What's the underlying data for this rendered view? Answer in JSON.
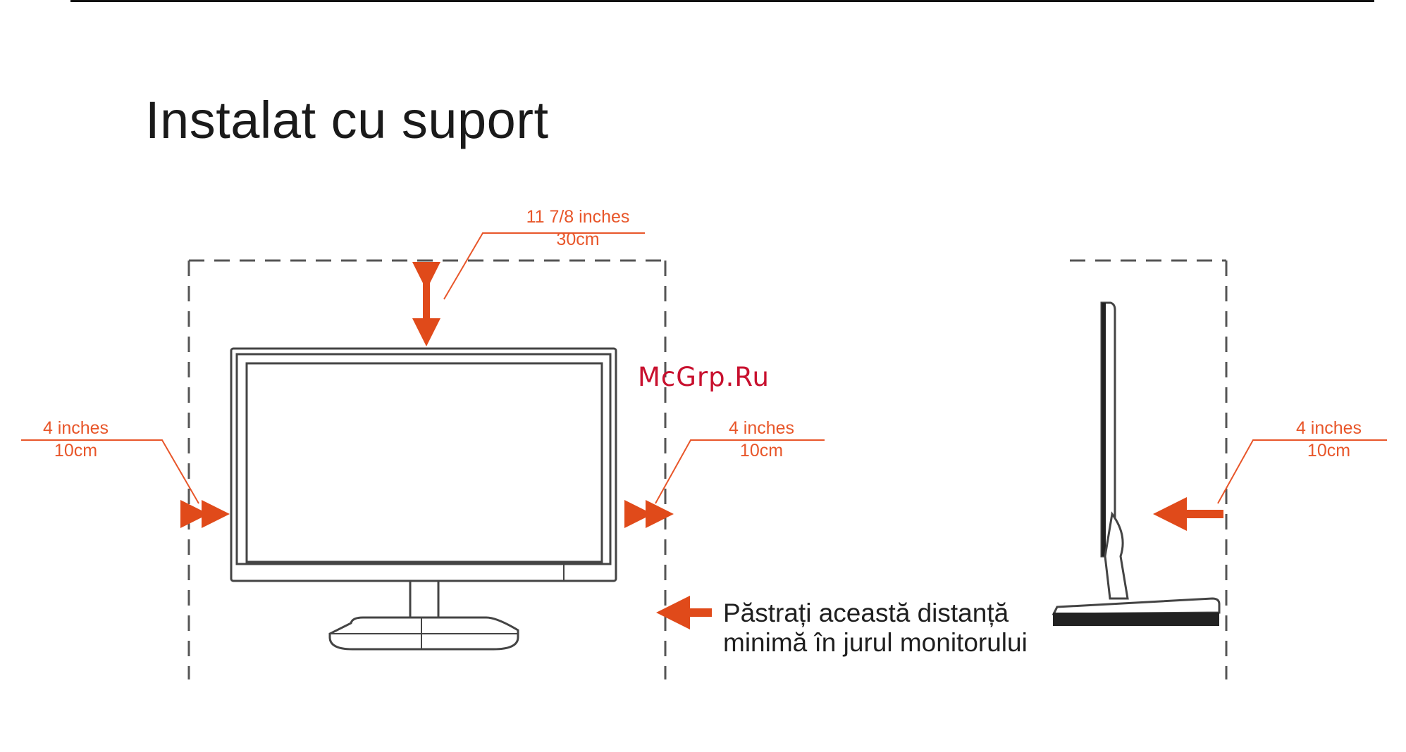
{
  "page": {
    "title": "Instalat cu suport",
    "watermark": "McGrp.Ru"
  },
  "clearances": {
    "top": {
      "line1": "11 7/8 inches",
      "line2": "30cm"
    },
    "left": {
      "line1": "4 inches",
      "line2": "10cm"
    },
    "right": {
      "line1": "4 inches",
      "line2": "10cm"
    },
    "rear": {
      "line1": "4 inches",
      "line2": "10cm"
    }
  },
  "note": {
    "line1": "Păstrați această distanță",
    "line2": "minimă în jurul monitorului"
  },
  "colors": {
    "accent": "#e8562a",
    "arrow": "#e04a1a",
    "outline": "#444444",
    "watermark": "#c8102e"
  },
  "icons": {
    "front_view": "monitor-front-icon",
    "side_view": "monitor-side-icon",
    "arrow": "double-arrow-icon"
  }
}
